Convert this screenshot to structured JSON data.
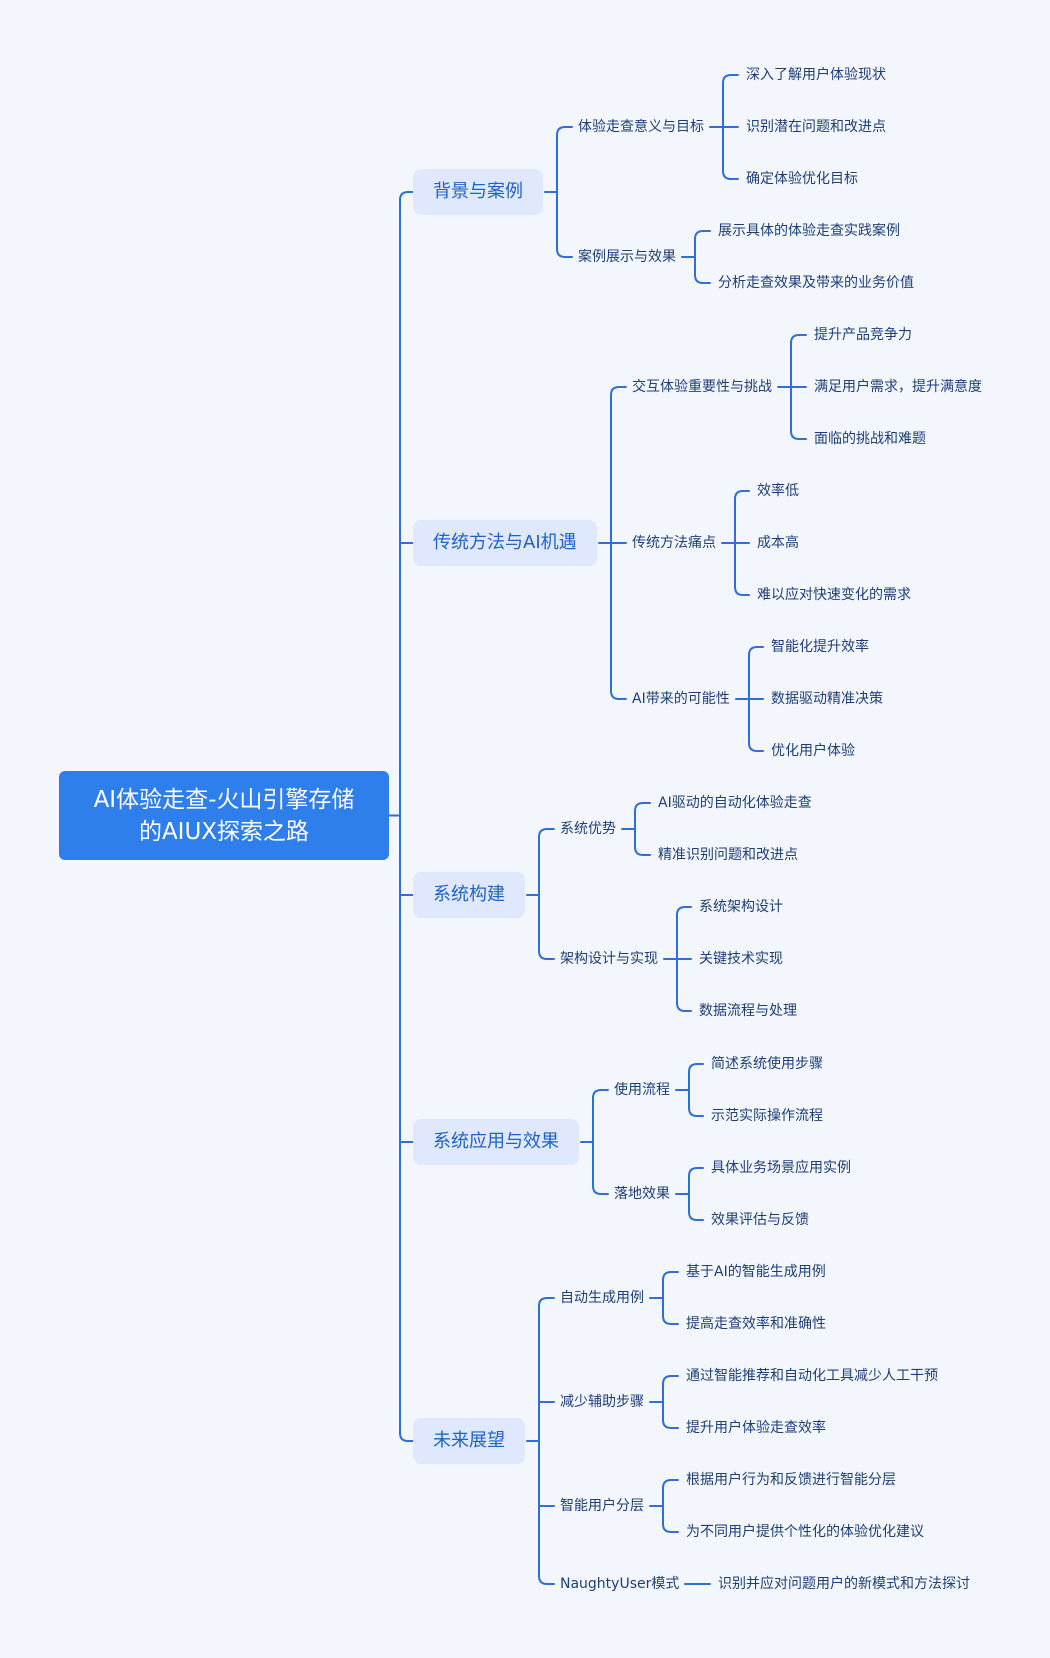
{
  "root": {
    "line1": "AI体验走查-火山引擎存储",
    "line2": "的AIUX探索之路"
  },
  "branches": [
    {
      "label": "背景与案例",
      "children": [
        {
          "label": "体验走查意义与目标",
          "children": [
            "深入了解用户体验现状",
            "识别潜在问题和改进点",
            "确定体验优化目标"
          ]
        },
        {
          "label": "案例展示与效果",
          "children": [
            "展示具体的体验走查实践案例",
            "分析走查效果及带来的业务价值"
          ]
        }
      ]
    },
    {
      "label": "传统方法与AI机遇",
      "children": [
        {
          "label": "交互体验重要性与挑战",
          "children": [
            "提升产品竞争力",
            "满足用户需求，提升满意度",
            "面临的挑战和难题"
          ]
        },
        {
          "label": "传统方法痛点",
          "children": [
            "效率低",
            "成本高",
            "难以应对快速变化的需求"
          ]
        },
        {
          "label": "AI带来的可能性",
          "children": [
            "智能化提升效率",
            "数据驱动精准决策",
            "优化用户体验"
          ]
        }
      ]
    },
    {
      "label": "系统构建",
      "children": [
        {
          "label": "系统优势",
          "children": [
            "AI驱动的自动化体验走查",
            "精准识别问题和改进点"
          ]
        },
        {
          "label": "架构设计与实现",
          "children": [
            "系统架构设计",
            "关键技术实现",
            "数据流程与处理"
          ]
        }
      ]
    },
    {
      "label": "系统应用与效果",
      "children": [
        {
          "label": "使用流程",
          "children": [
            "简述系统使用步骤",
            "示范实际操作流程"
          ]
        },
        {
          "label": "落地效果",
          "children": [
            "具体业务场景应用实例",
            "效果评估与反馈"
          ]
        }
      ]
    },
    {
      "label": "未来展望",
      "children": [
        {
          "label": "自动生成用例",
          "children": [
            "基于AI的智能生成用例",
            "提高走查效率和准确性"
          ]
        },
        {
          "label": "减少辅助步骤",
          "children": [
            "通过智能推荐和自动化工具减少人工干预",
            "提升用户体验走查效率"
          ]
        },
        {
          "label": "智能用户分层",
          "children": [
            "根据用户行为和反馈进行智能分层",
            "为不同用户提供个性化的体验优化建议"
          ]
        },
        {
          "label": "NaughtyUser模式",
          "children": [
            "识别并应对问题用户的新模式和方法探讨"
          ]
        }
      ]
    }
  ],
  "colors": {
    "line": "#2f6fd6",
    "root_bg": "#2e7fec",
    "branch_bg": "#dfe8fc",
    "branch_text": "#1f62c9",
    "text": "#1e3e7a",
    "background": "#f3f6fd"
  }
}
